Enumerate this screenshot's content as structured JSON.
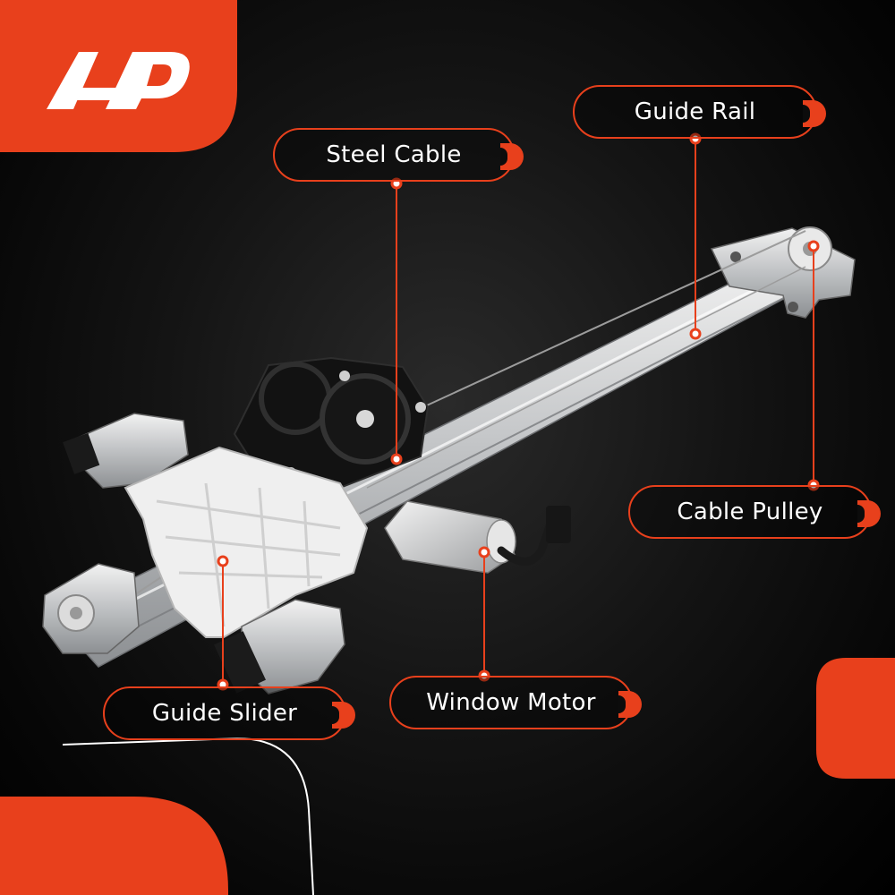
{
  "brand": {
    "logo_text": "A-P",
    "accent_color": "#e8401c",
    "background_color": "#000000"
  },
  "callouts": {
    "steel_cable": "Steel Cable",
    "guide_rail": "Guide Rail",
    "cable_pulley": "Cable Pulley",
    "guide_slider": "Guide Slider",
    "window_motor": "Window Motor"
  }
}
